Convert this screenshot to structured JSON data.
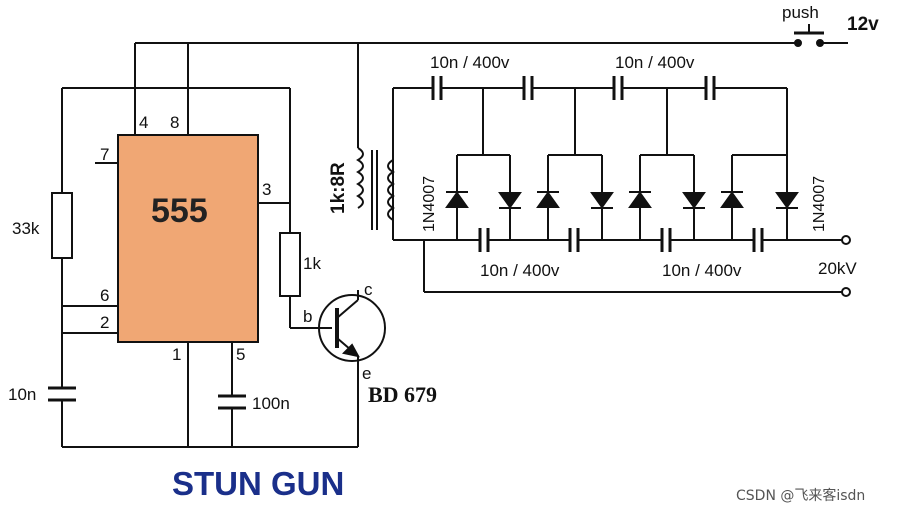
{
  "colors": {
    "wire": "#111111",
    "chip_fill": "#f0a774",
    "title": "#1a2f8a",
    "watermark": "#555555"
  },
  "chip": {
    "name": "555",
    "pins": {
      "p4": "4",
      "p8": "8",
      "p7": "7",
      "p3": "3",
      "p6": "6",
      "p2": "2",
      "p1": "1",
      "p5": "5"
    }
  },
  "labels": {
    "push": "push",
    "supply": "12v",
    "r_timing": "33k",
    "r_base": "1k",
    "c_timing": "10n",
    "c_ctrl": "100n",
    "transformer": "1k:8R",
    "transistor": "BD 679",
    "pin_b": "b",
    "pin_c": "c",
    "pin_e": "e",
    "cap_top_1": "10n / 400v",
    "cap_top_2": "10n / 400v",
    "cap_bot_1": "10n / 400v",
    "cap_bot_2": "10n / 400v",
    "diode_left": "1N4007",
    "diode_right": "1N4007",
    "output": "20kV"
  },
  "title": "STUN GUN",
  "watermark": "CSDN @飞来客isdn"
}
